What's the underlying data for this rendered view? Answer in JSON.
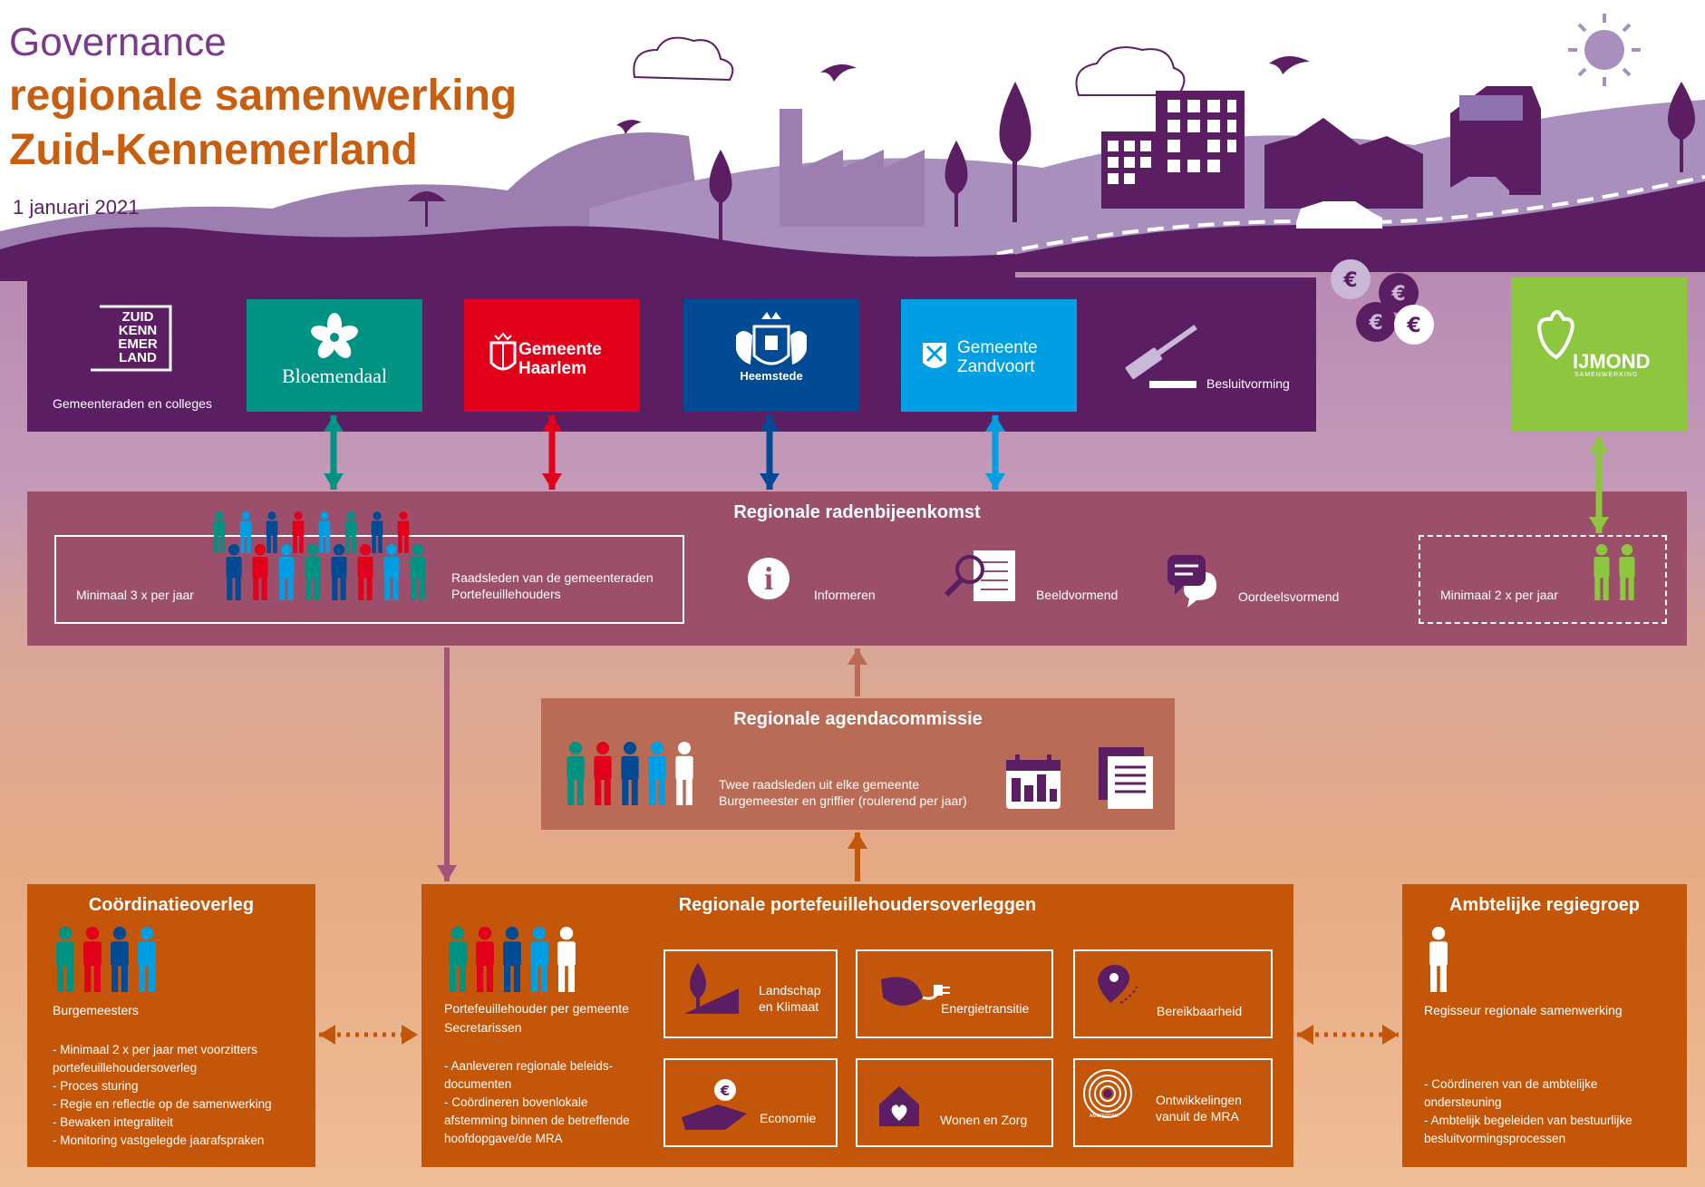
{
  "title": {
    "line1": "Governance",
    "line2": "regionale samenwerking",
    "line3": "Zuid-Kennemerland",
    "date": "1 januari 2021"
  },
  "colors": {
    "purple_dark": "#5b1e63",
    "bloemendaal": "#009282",
    "haarlem": "#e2001a",
    "heemstede": "#004b93",
    "zandvoort": "#009fe3",
    "ijmond": "#8dc63f",
    "raden": "#9b4f6b",
    "agenda": "#b96b55",
    "orange": "#c4560a",
    "title_orange": "#c75e10"
  },
  "top_bar": {
    "zk_logo_lines": [
      "ZUID",
      "KENN",
      "EMER",
      "LAND"
    ],
    "caption": "Gemeenteraden en colleges",
    "municipalities": [
      {
        "name": "Bloemendaal",
        "icon": "flower-icon"
      },
      {
        "name": "Gemeente\nHaarlem",
        "icon": "haarlem-crest-icon"
      },
      {
        "name": "Heemstede",
        "icon": "heemstede-crest-icon"
      },
      {
        "name": "Gemeente\nZandvoort",
        "icon": "zandvoort-crest-icon"
      }
    ],
    "decision": "Besluitvorming",
    "ijmond_logo": "IJMOND",
    "ijmond_sub": "SAMENWERKING"
  },
  "raden": {
    "title": "Regionale radenbijeenkomst",
    "frequency": "Minimaal 3 x per jaar",
    "participants": "Raadsleden van de gemeenteraden\nPortefeuillehouders",
    "modes": [
      "Informeren",
      "Beeldvormend",
      "Oordeelsvormend"
    ],
    "ijmond_frequency": "Minimaal 2 x per jaar"
  },
  "agenda": {
    "title": "Regionale agendacommissie",
    "text": "Twee raadsleden uit elke gemeente\nBurgemeester en griffier (roulerend per jaar)"
  },
  "coordination": {
    "title": "Coördinatieoverleg",
    "members": "Burgemeesters",
    "bullets": "- Minimaal 2 x per jaar met voorzitters\n  portefeuillehoudersoverleg\n- Proces sturing\n- Regie en reflectie op de samenwerking\n- Bewaken integraliteit\n- Monitoring  vastgelegde jaarafspraken"
  },
  "portfolio": {
    "title": "Regionale portefeuillehoudersoverleggen",
    "members": "Portefeuillehouder per gemeente\nSecretarissen",
    "bullets": "- Aanleveren regionale beleids-\n  documenten\n- Coördineren bovenlokale\n  afstemming binnen de betreffende\n  hoofdopgave/de MRA",
    "themes": [
      {
        "label": "Landschap\nen Klimaat",
        "icon": "tree-icon"
      },
      {
        "label": "Energietransitie",
        "icon": "leaf-plug-icon"
      },
      {
        "label": "Bereikbaarheid",
        "icon": "location-pin-icon"
      },
      {
        "label": "Economie",
        "icon": "hand-euro-icon"
      },
      {
        "label": "Wonen en Zorg",
        "icon": "house-heart-icon"
      },
      {
        "label": "Ontwikkelingen\nvanuit de MRA",
        "icon": "mra-rings-icon"
      }
    ],
    "mra_small": "AMSTERDAM"
  },
  "ambtelijk": {
    "title": "Ambtelijke regiegroep",
    "members": "Regisseur regionale samenwerking",
    "bullets": "- Coördineren van de ambtelijke\n  ondersteuning\n- Ambtelijk begeleiden van bestuurlijke\n  besluitvormingsprocessen"
  }
}
